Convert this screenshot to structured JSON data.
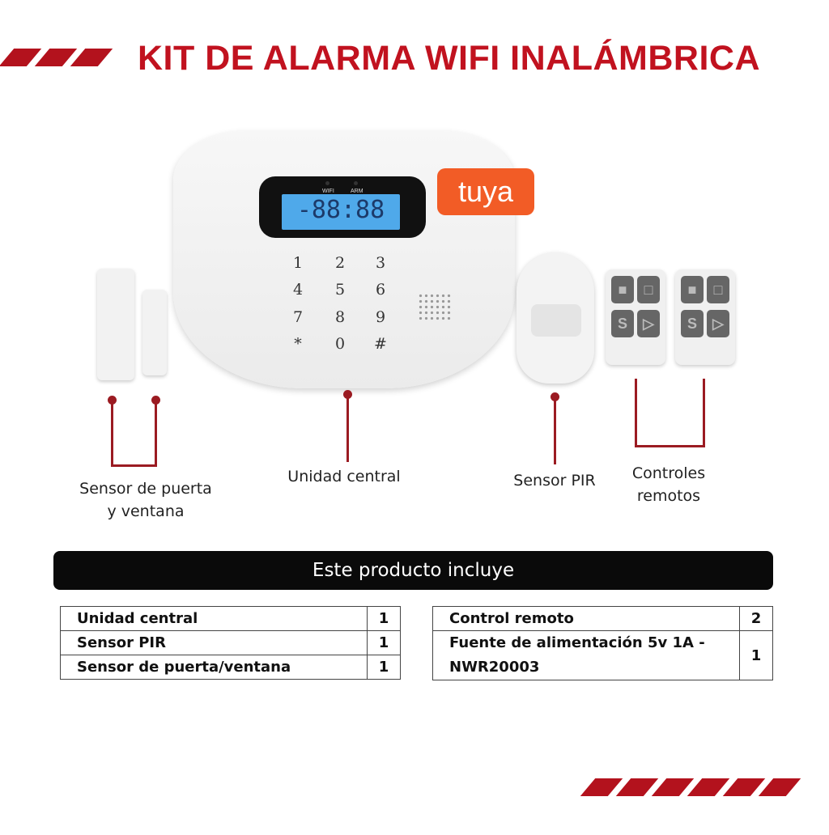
{
  "title": "KIT DE ALARMA WIFI INALÁMBRICA",
  "brand": {
    "logo_text": "tuya",
    "color": "#f25c26"
  },
  "accent_color": "#c1121f",
  "central_unit": {
    "indicators": [
      "WIFI",
      "ARM"
    ],
    "display": "-88:88",
    "keys": [
      "1",
      "2",
      "3",
      "4",
      "5",
      "6",
      "7",
      "8",
      "9",
      "*",
      "0",
      "#"
    ]
  },
  "remote_buttons": [
    "lock-icon",
    "unlock-icon",
    "S",
    "play-icon"
  ],
  "labels": {
    "door_sensor_line1": "Sensor de puerta",
    "door_sensor_line2": "y ventana",
    "central_unit": "Unidad central",
    "pir_sensor": "Sensor PIR",
    "remotes_line1": "Controles",
    "remotes_line2": "remotos"
  },
  "banner": "Este producto incluye",
  "table_left": [
    {
      "item": "Unidad central",
      "qty": "1"
    },
    {
      "item": "Sensor PIR",
      "qty": "1"
    },
    {
      "item": "Sensor de puerta/ventana",
      "qty": "1"
    }
  ],
  "table_right": [
    {
      "item": "Control remoto",
      "qty": "2"
    },
    {
      "item_line1": "Fuente de alimentación 5v 1A -",
      "item_line2": "NWR20003",
      "qty": "1"
    }
  ]
}
